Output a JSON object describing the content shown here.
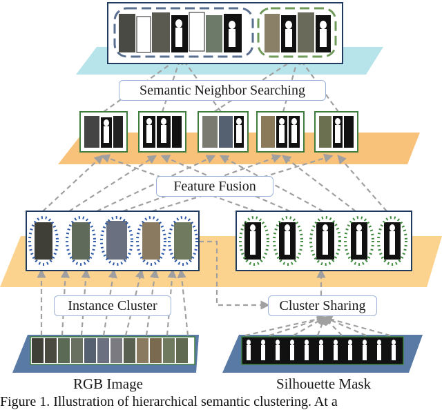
{
  "labels": {
    "semantic_search": "Semantic Neighbor Searching",
    "feature_fusion": "Feature Fusion",
    "instance_cluster": "Instance Cluster",
    "cluster_sharing": "Cluster Sharing",
    "rgb_image": "RGB Image",
    "silhouette_mask": "Silhouette Mask"
  },
  "caption": "Figure 1. Illustration of hierarchical semantic clustering. At a",
  "colors": {
    "top_plane": "#b7e4ea",
    "mid_plane": "#f9c27a",
    "lower_plane": "#fcd38e",
    "base_plane": "#5a7aa6",
    "rgb_cluster_dots": "#2f5aa8",
    "sil_cluster_dots": "#3f8a3f",
    "arrow_gray": "#a0a0a0",
    "frame_green": "#3f7d3f"
  }
}
